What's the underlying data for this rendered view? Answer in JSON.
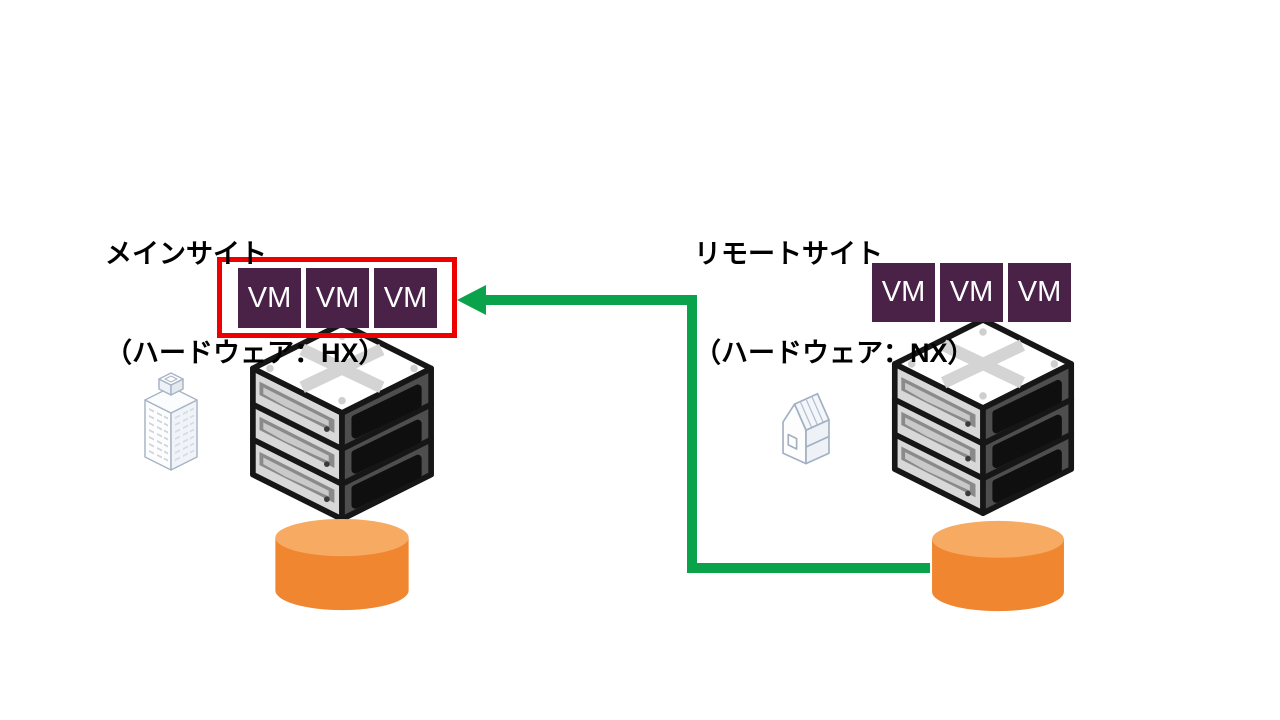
{
  "page": {
    "background": "#ffffff"
  },
  "sites": {
    "main": {
      "title_line1": "メインサイト",
      "title_line2": "（ハードウェア：HX）",
      "vm_labels": [
        "VM",
        "VM",
        "VM"
      ],
      "highlighted": "red-frame-around-vms",
      "building_icon": "office-building-icon",
      "server_icon": "hyperconverged-server-stack-icon",
      "storage_icon": "storage-cylinder-icon"
    },
    "remote": {
      "title_line1": "リモートサイト",
      "title_line2": "（ハードウェア：NX）",
      "vm_labels": [
        "VM",
        "VM",
        "VM"
      ],
      "highlighted": "none",
      "building_icon": "warehouse-icon",
      "server_icon": "hyperconverged-server-stack-icon",
      "storage_icon": "storage-cylinder-icon"
    }
  },
  "arrow": {
    "from": "remote-site-storage",
    "to": "main-site-vms",
    "direction": "right-to-left"
  },
  "colors": {
    "vm_purple": "#4A2147",
    "red_frame": "#EC0000",
    "arrow_green": "#0AA24B",
    "cylinder_body": "#F0862F",
    "cylinder_top": "#F6AA62",
    "text": "#000000"
  }
}
